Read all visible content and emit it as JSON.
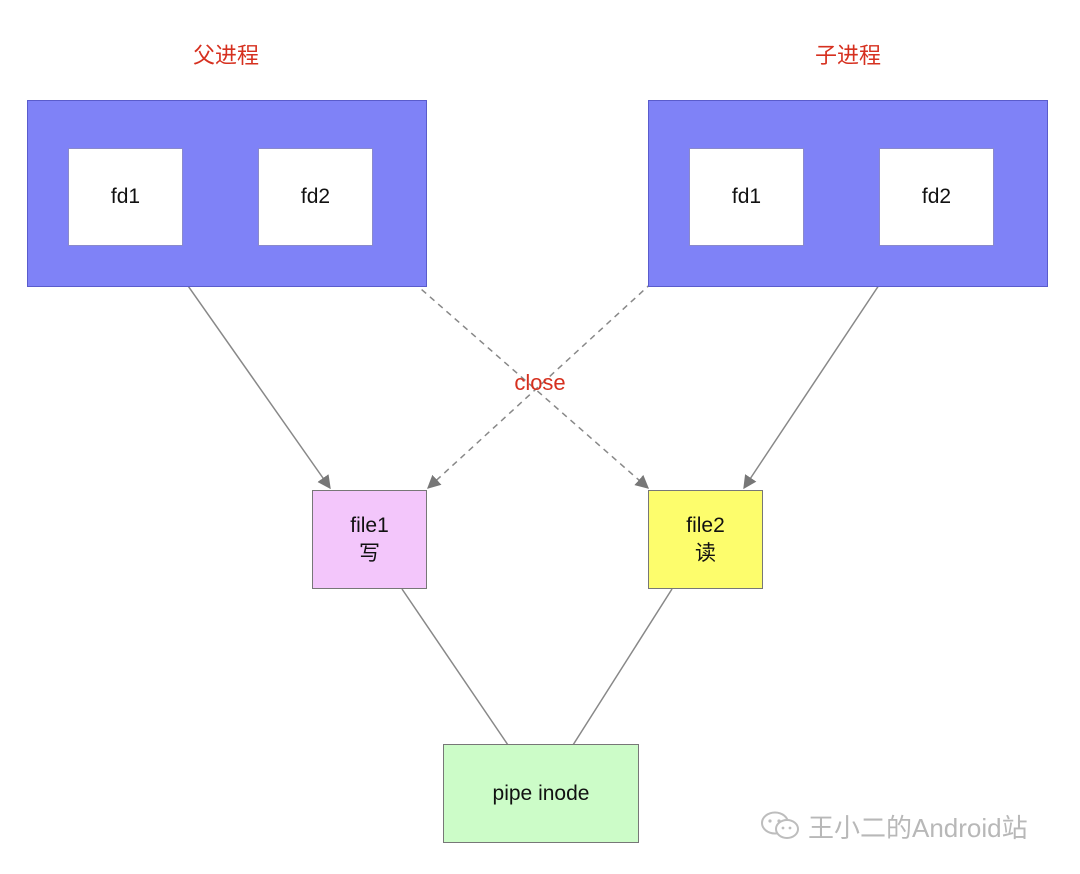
{
  "parent_process": {
    "title": "父进程",
    "fd1": "fd1",
    "fd2": "fd2"
  },
  "child_process": {
    "title": "子进程",
    "fd1": "fd1",
    "fd2": "fd2"
  },
  "close_label": "close",
  "file1": {
    "name": "file1",
    "mode": "写"
  },
  "file2": {
    "name": "file2",
    "mode": "读"
  },
  "pipe": {
    "label": "pipe inode"
  },
  "watermark": {
    "text": "王小二的Android站",
    "icon": "wechat-icon"
  },
  "colors": {
    "process_fill": "#7f82f7",
    "file1_fill": "#f3c6fb",
    "file2_fill": "#fdfd6c",
    "pipe_fill": "#ccfcc8",
    "label_red": "#d6301f",
    "link_line": "#888888"
  }
}
